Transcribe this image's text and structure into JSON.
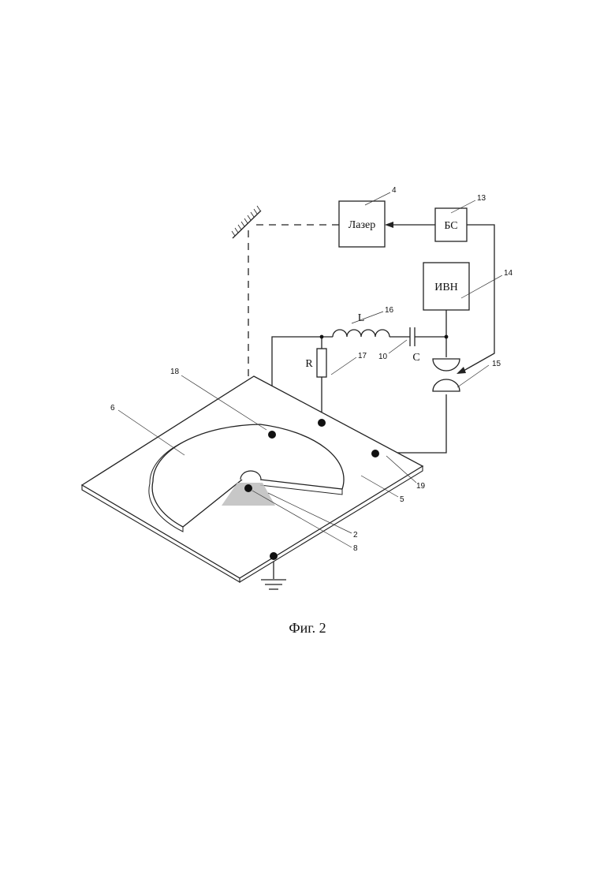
{
  "labels": {
    "laser": "Лазер",
    "bs": "БС",
    "ivn": "ИВН",
    "inductor": "L",
    "capacitor": "C",
    "resistor": "R",
    "caption": "Фиг. 2"
  },
  "refs": {
    "r4": "4",
    "r13": "13",
    "r14": "14",
    "r16": "16",
    "r17": "17",
    "r10": "10",
    "r15": "15",
    "r18": "18",
    "r6": "6",
    "r19": "19",
    "r5": "5",
    "r2": "2",
    "r8": "8"
  }
}
